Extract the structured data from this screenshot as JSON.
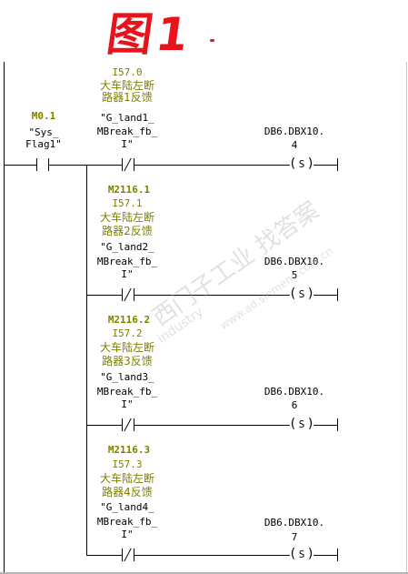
{
  "annotation": {
    "handwritten": "图1",
    "dot": "."
  },
  "network": {
    "series_contact": {
      "address": "M0.1",
      "symbol_lines": [
        "\"Sys_",
        "Flag1\""
      ]
    },
    "rungs": [
      {
        "branch_address": "",
        "address": "I57.0",
        "comment_lines": [
          "大车陆左断",
          "路器1反馈"
        ],
        "symbol_lines": [
          "\"G_land1_",
          "MBreak_fb_",
          "I\""
        ],
        "coil_address_lines": [
          "DB6.DBX10.",
          "4"
        ],
        "coil_label": "S"
      },
      {
        "branch_address": "M2116.1",
        "address": "I57.1",
        "comment_lines": [
          "大车陆左断",
          "路器2反馈"
        ],
        "symbol_lines": [
          "\"G_land2_",
          "MBreak_fb_",
          "I\""
        ],
        "coil_address_lines": [
          "DB6.DBX10.",
          "5"
        ],
        "coil_label": "S"
      },
      {
        "branch_address": "M2116.2",
        "address": "I57.2",
        "comment_lines": [
          "大车陆左断",
          "路器3反馈"
        ],
        "symbol_lines": [
          "\"G_land3_",
          "MBreak_fb_",
          "I\""
        ],
        "coil_address_lines": [
          "DB6.DBX10.",
          "6"
        ],
        "coil_label": "S"
      },
      {
        "branch_address": "M2116.3",
        "address": "I57.3",
        "comment_lines": [
          "大车陆左断",
          "路器4反馈"
        ],
        "symbol_lines": [
          "\"G_land4_",
          "MBreak_fb_",
          "I\""
        ],
        "coil_address_lines": [
          "DB6.DBX10.",
          "7"
        ],
        "coil_label": "S"
      }
    ]
  },
  "watermark": {
    "site": "www.ad.siemens.com.cn",
    "brand": "西门子工业 找答案",
    "industry": "industry"
  },
  "colors": {
    "address": "#808000",
    "text": "#000000",
    "annotation": "#e8131d"
  }
}
